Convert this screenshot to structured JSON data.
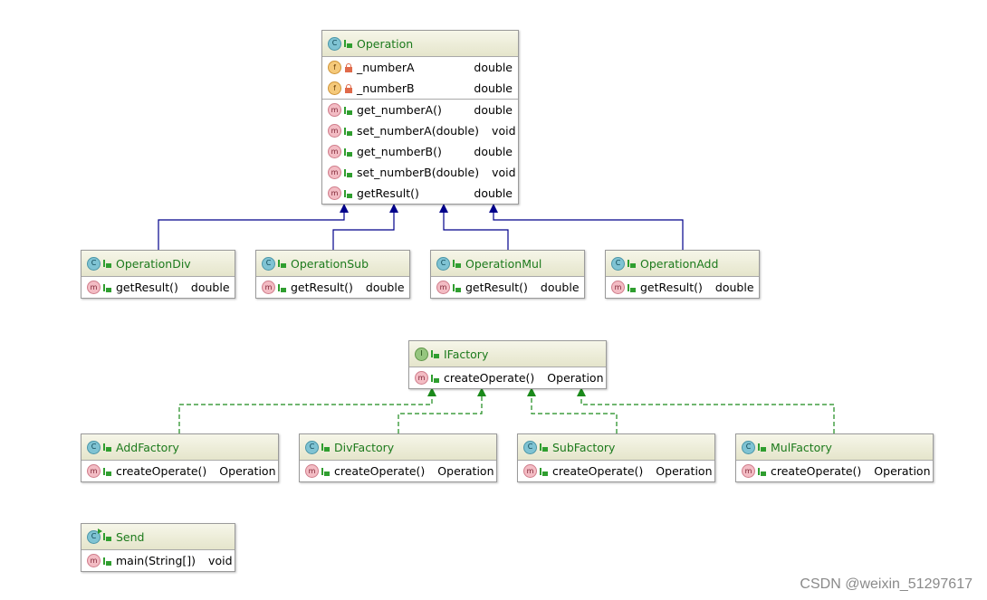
{
  "classes": {
    "operation": {
      "name": "Operation",
      "fields": [
        {
          "name": "_numberA",
          "type": "double"
        },
        {
          "name": "_numberB",
          "type": "double"
        }
      ],
      "methods": [
        {
          "name": "get_numberA()",
          "type": "double"
        },
        {
          "name": "set_numberA(double)",
          "type": "void"
        },
        {
          "name": "get_numberB()",
          "type": "double"
        },
        {
          "name": "set_numberB(double)",
          "type": "void"
        },
        {
          "name": "getResult()",
          "type": "double"
        }
      ]
    },
    "operation_div": {
      "name": "OperationDiv",
      "methods": [
        {
          "name": "getResult()",
          "type": "double"
        }
      ]
    },
    "operation_sub": {
      "name": "OperationSub",
      "methods": [
        {
          "name": "getResult()",
          "type": "double"
        }
      ]
    },
    "operation_mul": {
      "name": "OperationMul",
      "methods": [
        {
          "name": "getResult()",
          "type": "double"
        }
      ]
    },
    "operation_add": {
      "name": "OperationAdd",
      "methods": [
        {
          "name": "getResult()",
          "type": "double"
        }
      ]
    },
    "ifactory": {
      "name": "IFactory",
      "methods": [
        {
          "name": "createOperate()",
          "type": "Operation"
        }
      ]
    },
    "add_factory": {
      "name": "AddFactory",
      "methods": [
        {
          "name": "createOperate()",
          "type": "Operation"
        }
      ]
    },
    "div_factory": {
      "name": "DivFactory",
      "methods": [
        {
          "name": "createOperate()",
          "type": "Operation"
        }
      ]
    },
    "sub_factory": {
      "name": "SubFactory",
      "methods": [
        {
          "name": "createOperate()",
          "type": "Operation"
        }
      ]
    },
    "mul_factory": {
      "name": "MulFactory",
      "methods": [
        {
          "name": "createOperate()",
          "type": "Operation"
        }
      ]
    },
    "send": {
      "name": "Send",
      "methods": [
        {
          "name": "main(String[])",
          "type": "void"
        }
      ]
    }
  },
  "icons": {
    "class_glyph": "C",
    "interface_glyph": "I",
    "method_glyph": "m",
    "field_glyph": "f"
  },
  "colors": {
    "inheritance_edge": "#00008b",
    "implementation_edge": "#1a8a1a",
    "class_name": "#1c7a1c"
  },
  "watermark": "CSDN @weixin_51297617"
}
